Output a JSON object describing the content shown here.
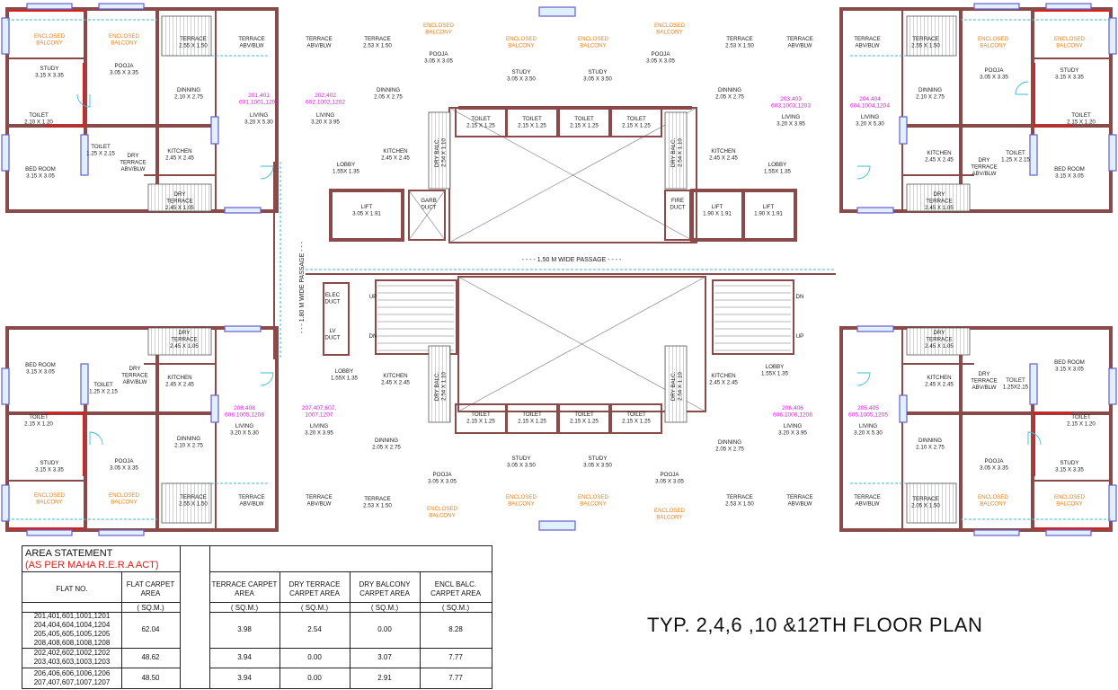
{
  "plan_title": "TYP. 2,4,6 ,10 &12TH FLOOR PLAN",
  "passages": {
    "horizontal": "- - - - 1.50 M WIDE PASSAGE - - - -",
    "vertical": "- - - 1.80 M WIDE PASSAGE - - -"
  },
  "flat_labels": {
    "f201": [
      "201,401",
      "601,1001,1201"
    ],
    "f202": [
      "202,402",
      "602,1002,1202"
    ],
    "f203": [
      "203,403",
      "603,1003,1203"
    ],
    "f204": [
      "204,404",
      "604,1004,1204"
    ],
    "f208": [
      "208,408",
      "608,1005,1208"
    ],
    "f207": [
      "207,407,607,",
      "1007,1207"
    ],
    "f206": [
      "206,406",
      "606,1006,1206"
    ],
    "f205": [
      "205,405",
      "605,1005,1205"
    ]
  },
  "rooms": {
    "encl_balcony": [
      "ENCLOSED",
      "BALCONY"
    ],
    "study_335": [
      "STUDY",
      "3.15 X 3.35"
    ],
    "study_350": [
      "STUDY",
      "3.05 X 3.50"
    ],
    "pooja_335": [
      "POOJA",
      "3.05 X 3.35"
    ],
    "pooja_305": [
      "POOJA",
      "3.05 X 3.05"
    ],
    "terrace_255": [
      "TERRACE",
      "2.55 X 1.50"
    ],
    "terrace_253": [
      "TERRACE",
      "2.53 X 1.50"
    ],
    "terrace_205": [
      "TERRACE",
      "2.05 X 1.50"
    ],
    "terrace_abv": [
      "TERRACE",
      "ABV/BLW"
    ],
    "dinning_210": [
      "DINNING",
      "2.10 X 2.75"
    ],
    "dinning_205": [
      "DINNING",
      "2.05 X 2.75"
    ],
    "living_530": [
      "LIVING",
      "3.20 X 5.30"
    ],
    "living_395": [
      "LIVING",
      "3.20 X 3.95"
    ],
    "toilet_120": [
      "TOILET",
      "2.15 X 1.20"
    ],
    "toilet_120b": [
      "TOILET",
      "2.10 X 1.20"
    ],
    "toilet_215": [
      "TOILET",
      "1.25 X 2.15"
    ],
    "toilet_215b": [
      "TOILET",
      "1.25X2.15"
    ],
    "toilet_125": [
      "TOILET",
      "2.15 X 1.25"
    ],
    "dry_terrace_abv": [
      "DRY",
      "TERRACE",
      "ABV/BLW"
    ],
    "kitchen": [
      "KITCHEN",
      "2.45 X 2.45"
    ],
    "bed_room": [
      "BED ROOM",
      "3.15 X 3.05"
    ],
    "dry_terrace_105": [
      "DRY",
      "TERRACE",
      "2.45 X 1.05"
    ],
    "lobby": [
      "LOBBY",
      "1.55X 1.35"
    ],
    "lift_191": [
      "LIFT",
      "3.05 X 1.91"
    ],
    "lift_190": [
      "LIFT",
      "1.90 X 1.91"
    ],
    "garb_duct": [
      "GARB",
      "DUCT"
    ],
    "fire_duct": [
      "FIRE",
      "DUCT"
    ],
    "dry_balc": [
      "DRY BALC.",
      "2.54 X 1.10"
    ],
    "elec_duct": [
      "ELEC",
      "DUCT"
    ],
    "lv_duct": [
      "LV",
      "DUCT"
    ],
    "up": "UP",
    "dn": "DN"
  },
  "area_statement": {
    "title": "AREA STATEMENT",
    "subtitle": "(AS PER MAHA R.E.R.A ACT)",
    "headers": [
      "FLAT NO.",
      "FLAT CARPET AREA",
      "TERRACE CARPET AREA",
      "DRY TERRACE CARPET AREA",
      "DRY BALCONY CARPET AREA",
      "ENCL BALC. CARPET AREA"
    ],
    "unit": "( SQ.M.)",
    "rows": [
      {
        "flats": [
          "201,401,601,1001,1201",
          "204,404,604,1004,1204",
          "205,405,605,1005,1205",
          "208,408,608,1008,1208"
        ],
        "carpet": "62.04",
        "terrace": "3.98",
        "dry_terrace": "2.54",
        "dry_balcony": "0.00",
        "encl": "8.28"
      },
      {
        "flats": [
          "202,402,602,1002,1202",
          "203,403,603,1003,1203"
        ],
        "carpet": "48.62",
        "terrace": "3.94",
        "dry_terrace": "0.00",
        "dry_balcony": "3.07",
        "encl": "7.77"
      },
      {
        "flats": [
          "206,406,606,1006,1206",
          "207,407,607,1007,1207"
        ],
        "carpet": "48.50",
        "terrace": "3.94",
        "dry_terrace": "0.00",
        "dry_balcony": "2.91",
        "encl": "7.77"
      }
    ]
  },
  "colors": {
    "wall": "#8a4a4a",
    "window": "#6a5acd",
    "flat_label": "#d81bd8",
    "balcony_label": "#e8801a",
    "door_arc": "#3bbcd8",
    "rera": "#e01b1b"
  }
}
